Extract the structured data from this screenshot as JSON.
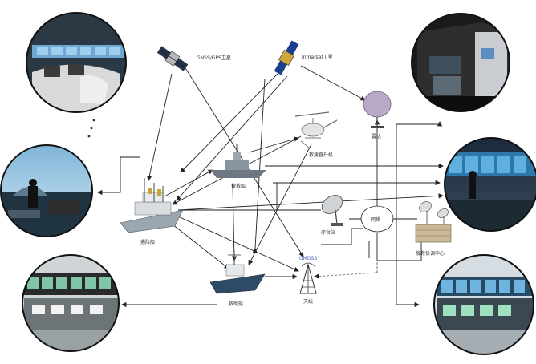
{
  "labels": {
    "satellite_left": "GNSS/GPS卫星",
    "satellite_right": "Inmarsat卫星",
    "helicopter": "救援直升机",
    "radar_dome": "雷达",
    "warship": "搜救船",
    "main_ship": "遇险船",
    "shore_station": "岸台站",
    "coast_center": "搜救协调中心",
    "small_ship": "救助船",
    "antenna_tag": "GMDSS",
    "antenna": "天线",
    "network": "网络"
  },
  "colors": {
    "arrow": "#222222",
    "dashed": "#666666",
    "room_ring": "#111111"
  }
}
